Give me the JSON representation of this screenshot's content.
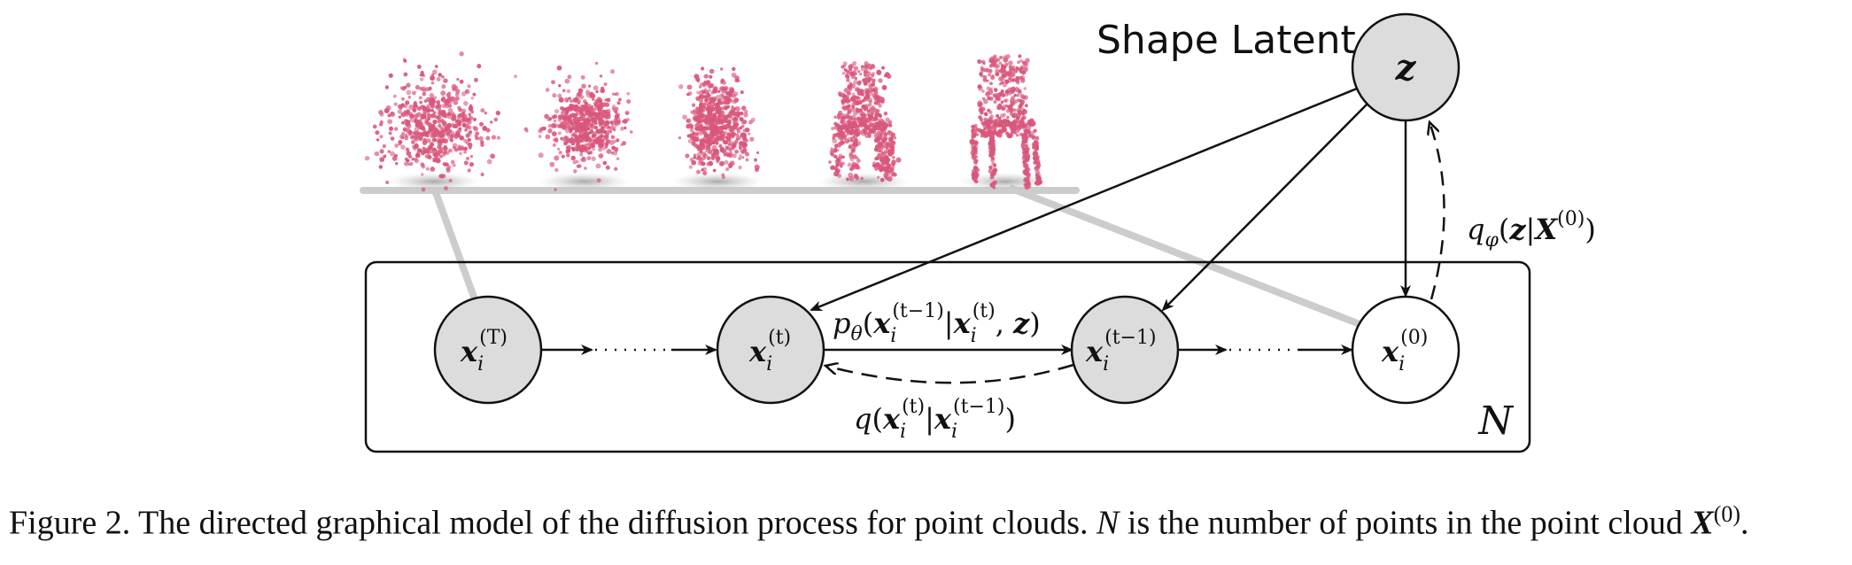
{
  "header": {
    "shape_latent_label": "Shape Latent"
  },
  "nodes": {
    "z": {
      "label": "z",
      "observed": false
    },
    "x_T": {
      "base": "x",
      "sub": "i",
      "sup": "(T)",
      "observed": false
    },
    "x_t": {
      "base": "x",
      "sub": "i",
      "sup": "(t)",
      "observed": false
    },
    "x_t_minus_1": {
      "base": "x",
      "sub": "i",
      "sup": "(t−1)",
      "observed": false
    },
    "x_0": {
      "base": "x",
      "sub": "i",
      "sup": "(0)",
      "observed": true
    }
  },
  "edges": {
    "reverse_label": {
      "fn": "p",
      "fn_sub": "θ",
      "open": "(",
      "a": "x",
      "a_sub": "i",
      "a_sup": "(t−1)",
      "bar": "|",
      "b": "x",
      "b_sub": "i",
      "b_sup": "(t)",
      "comma": ", ",
      "c": "z",
      "close": ")"
    },
    "forward_label": {
      "fn": "q",
      "open": "(",
      "a": "x",
      "a_sub": "i",
      "a_sup": "(t)",
      "bar": "|",
      "b": "x",
      "b_sub": "i",
      "b_sup": "(t−1)",
      "close": ")"
    },
    "encoder_label": {
      "fn": "q",
      "fn_sub": "φ",
      "open": "(",
      "a": "z",
      "bar": "|",
      "b": "X",
      "b_sup": "(0)",
      "close": ")"
    }
  },
  "plate": {
    "label": "N"
  },
  "point_cloud_colors": {
    "fill": "#d9577c",
    "shadow": "#b5b5b5",
    "ground": "#cccccc"
  },
  "point_cloud_stages": [
    "noise",
    "noisy-blob",
    "rough-chair",
    "near-chair",
    "chair"
  ],
  "caption": {
    "prefix": "Figure 2. The directed graphical model of the diffusion process for point clouds. ",
    "n": "N",
    "middle": " is the number of points in the point cloud ",
    "x": "X",
    "x_sup": "(0)",
    "suffix": "."
  }
}
